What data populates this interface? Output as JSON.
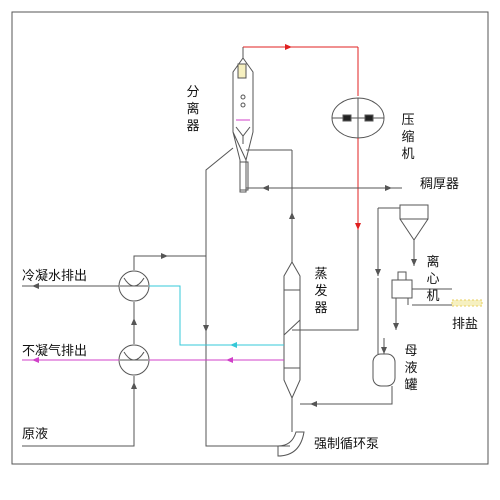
{
  "labels": {
    "separator": "分离器",
    "compressor": "压缩机",
    "thickener": "稠厚器",
    "condensate": "冷凝水排出",
    "evaporator": "蒸发器",
    "centrifuge": "离心机",
    "salt": "排盐",
    "noncondensable": "不凝气排出",
    "mother_liquor_tank": "母液罐",
    "raw_liquid": "原液",
    "pump": "强制循环泵"
  },
  "colors": {
    "line": "#555555",
    "vapor": "#e02020",
    "condensate": "#36c8d8",
    "noncondensable": "#d040c8",
    "salt": "#e8d060"
  }
}
